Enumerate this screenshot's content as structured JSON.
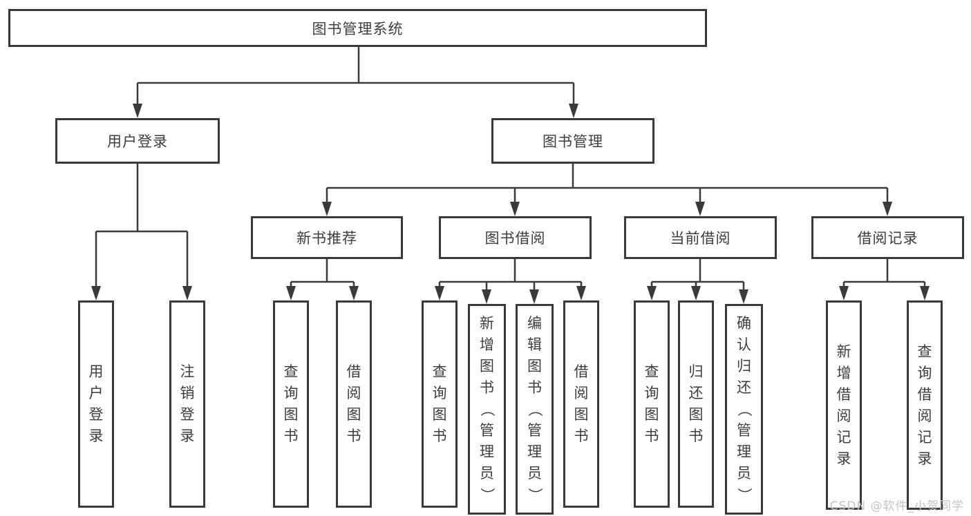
{
  "diagram": {
    "root": {
      "label": "图书管理系统"
    },
    "branches": [
      {
        "label": "用户登录",
        "children": [
          {
            "label": "用户登录"
          },
          {
            "label": "注销登录"
          }
        ]
      },
      {
        "label": "图书管理",
        "children": [
          {
            "label": "新书推荐",
            "children": [
              {
                "label": "查询图书"
              },
              {
                "label": "借阅图书"
              }
            ]
          },
          {
            "label": "图书借阅",
            "children": [
              {
                "label": "查询图书"
              },
              {
                "label": "新增图书（管理员）"
              },
              {
                "label": "编辑图书（管理员）"
              },
              {
                "label": "借阅图书"
              }
            ]
          },
          {
            "label": "当前借阅",
            "children": [
              {
                "label": "查询图书"
              },
              {
                "label": "归还图书"
              },
              {
                "label": "确认归还（管理员）"
              }
            ]
          },
          {
            "label": "借阅记录",
            "children": [
              {
                "label": "新增借阅记录"
              },
              {
                "label": "查询借阅记录"
              }
            ]
          }
        ]
      }
    ]
  },
  "watermark": {
    "text": "CSDN @软件_小贺同学"
  },
  "colors": {
    "line": "#3a3a3a",
    "text": "#3d3d3d",
    "watermark": "#c8c2c4",
    "background": "#ffffff"
  }
}
